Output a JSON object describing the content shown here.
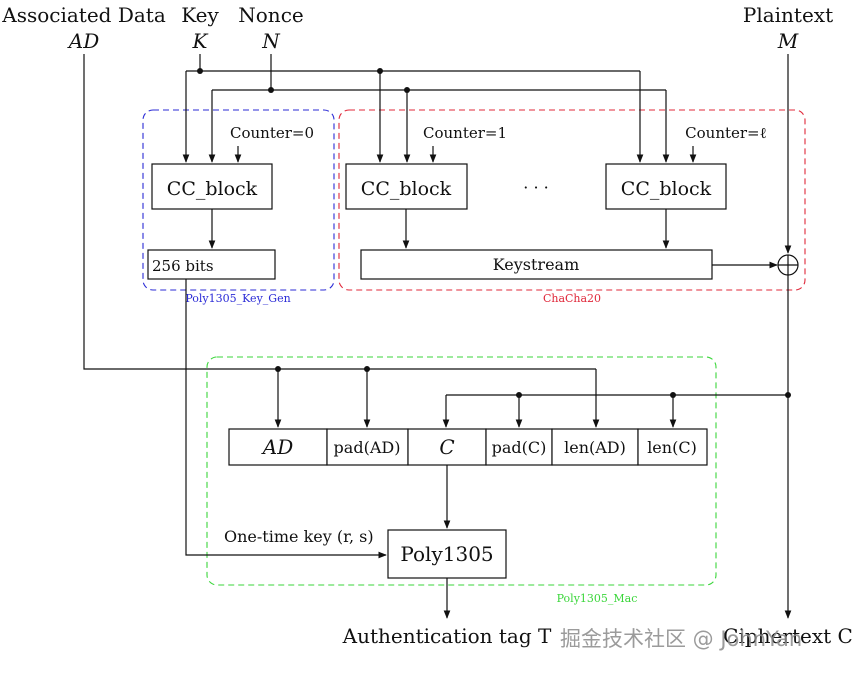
{
  "inputs": {
    "ad": {
      "label": "Associated Data",
      "symbol": "AD"
    },
    "key": {
      "label": "Key",
      "symbol": "K"
    },
    "nonce": {
      "label": "Nonce",
      "symbol": "N"
    },
    "plaintext": {
      "label": "Plaintext",
      "symbol": "M"
    }
  },
  "keygen": {
    "group_label": "Poly1305_Key_Gen",
    "counter": "Counter=0",
    "block": "CC_block",
    "output": "256 bits",
    "color": "#2b2bd6"
  },
  "chacha": {
    "group_label": "ChaCha20",
    "counter1": "Counter=1",
    "counter_l": "Counter=ℓ",
    "block1": "CC_block",
    "block_l": "CC_block",
    "ellipsis": "· · ·",
    "keystream": "Keystream",
    "color": "#e0283a"
  },
  "mac": {
    "group_label": "Poly1305_Mac",
    "fields": [
      "AD",
      "pad(AD)",
      "C",
      "pad(C)",
      "len(AD)",
      "len(C)"
    ],
    "one_time_key": "One-time key (r, s)",
    "poly": "Poly1305",
    "color": "#3bd63b"
  },
  "outputs": {
    "tag": "Authentication tag T",
    "ciphertext": "Ciphertext C"
  },
  "watermark": "掘金技术社区 @ JohnYan"
}
